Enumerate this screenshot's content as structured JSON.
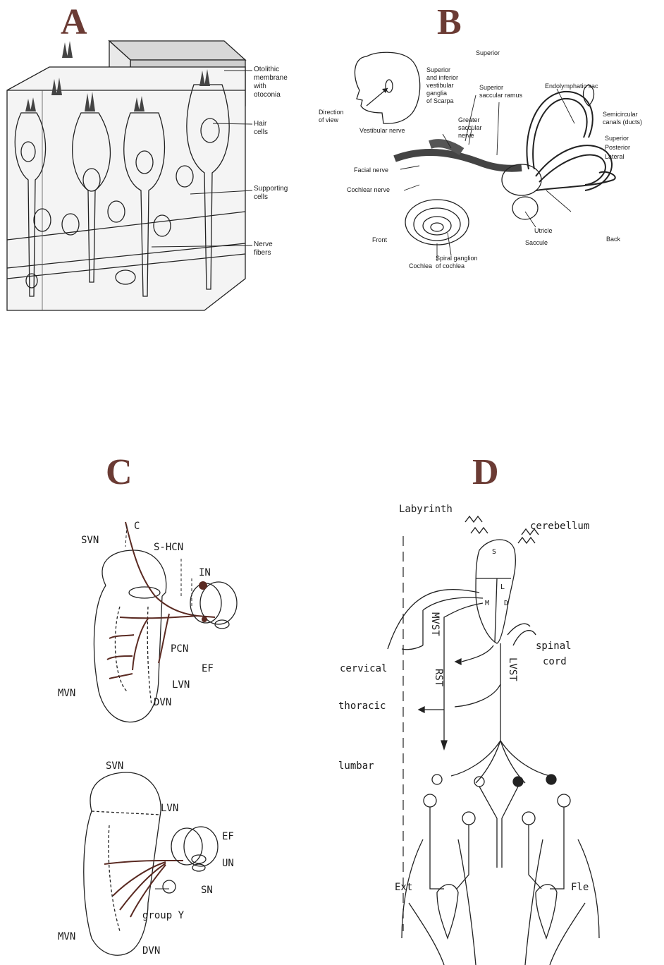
{
  "panels": {
    "A": {
      "letter": "A",
      "labels": {
        "otolithic_1": "Otolithic",
        "otolithic_2": "membrane",
        "otolithic_3": "with",
        "otolithic_4": "otoconia",
        "hair_1": "Hair",
        "hair_2": "cells",
        "supporting_1": "Supporting",
        "supporting_2": "cells",
        "nerve_1": "Nerve",
        "nerve_2": "fibers"
      }
    },
    "B": {
      "letter": "B",
      "labels": {
        "superior": "Superior",
        "ganglia_1": "Superior",
        "ganglia_2": "and inferior",
        "ganglia_3": "vestibular",
        "ganglia_4": "ganglia",
        "ganglia_5": "of Scarpa",
        "saccular_ramus_1": "Superior",
        "saccular_ramus_2": "saccular ramus",
        "endolymphatic": "Endolymphatic sac",
        "direction_1": "Direction",
        "direction_2": "of view",
        "greater_1": "Greater",
        "greater_2": "saccular",
        "greater_3": "nerve",
        "vestibular_nerve": "Vestibular nerve",
        "semicircular_1": "Semicircular",
        "semicircular_2": "canals (ducts)",
        "semicircular_superior": "Superior",
        "semicircular_posterior": "Posterior",
        "semicircular_lateral": "Lateral",
        "facial_nerve": "Facial nerve",
        "cochlear_nerve": "Cochlear nerve",
        "front": "Front",
        "utricle": "Utricle",
        "saccule": "Saccule",
        "back": "Back",
        "cochlea": "Cochlea",
        "spiral_1": "Spiral ganglion",
        "spiral_2": "of cochlea"
      }
    },
    "C": {
      "letter": "C",
      "top_labels": {
        "c": "C",
        "svn": "SVN",
        "s_hcn": "S-HCN",
        "in": "IN",
        "pcn": "PCN",
        "ef": "EF",
        "mvn": "MVN",
        "lvn": "LVN",
        "dvn": "DVN"
      },
      "bottom_labels": {
        "svn": "SVN",
        "lvn": "LVN",
        "ef": "EF",
        "un": "UN",
        "sn": "SN",
        "group_y": "group Y",
        "mvn": "MVN",
        "dvn": "DVN"
      }
    },
    "D": {
      "letter": "D",
      "labels": {
        "labyrinth": "Labyrinth",
        "cerebellum": "cerebellum",
        "s": "S",
        "l": "L",
        "m": "M",
        "d": "D",
        "mvst": "MVST",
        "spinal_1": "spinal",
        "spinal_2": "cord",
        "cervical": "cervical",
        "rst": "RST",
        "lvst": "LVST",
        "thoracic": "thoracic",
        "lumbar": "lumbar",
        "ext": "Ext",
        "fle": "Fle"
      }
    }
  }
}
